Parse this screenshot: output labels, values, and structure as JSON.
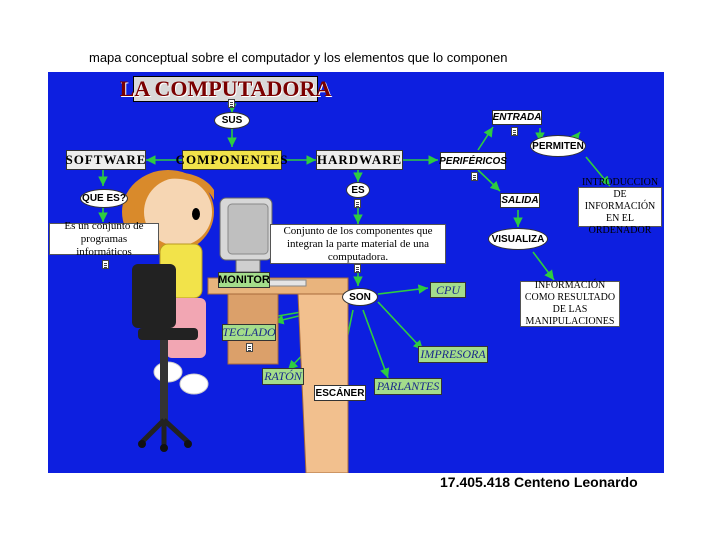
{
  "slide_title": "mapa conceptual sobre el computador y los elementos que lo componen",
  "author": "17.405.418 Centeno Leonardo",
  "map": {
    "banner": "LA COMPUTADORA",
    "sus": "SUS",
    "componentes": "COMPONENTES",
    "software": "SOFTWARE",
    "hardware": "HARDWARE",
    "que_es": "QUE ES?",
    "software_def": "Es un conjunto de programas informáticos",
    "es": "ES",
    "hardware_def": "Conjunto de los componentes que integran la parte material de una computadora.",
    "perifericos": "PERIFÉRICOS",
    "entrada": "ENTRADA",
    "salida": "SALIDA",
    "permiten": "PERMITEN",
    "visualiza": "VISUALIZA",
    "introduccion": "INTRODUCCION DE INFORMACIÓN EN EL ORDENADOR",
    "informacion": "INFORMACIÓN COMO RESULTADO DE LAS MANIPULACIONES",
    "son": "SON",
    "monitor": "MONITOR",
    "cpu": "CPU",
    "teclado": "TECLADO",
    "impresora": "IMPRESORA",
    "raton": "RATÓN",
    "escaner": "ESCÁNER",
    "parlantes": "PARLANTES"
  },
  "colors": {
    "background": "#0d1fe0",
    "connector": "#2ecc40"
  }
}
